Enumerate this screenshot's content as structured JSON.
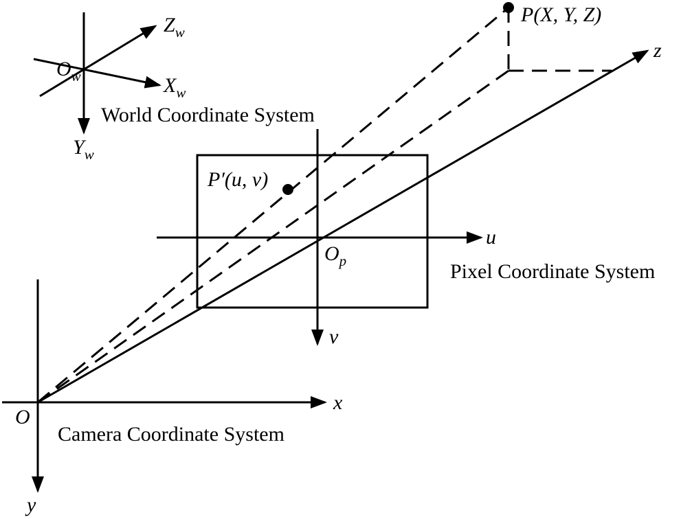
{
  "colors": {
    "ink": "#000000",
    "background": "#ffffff"
  },
  "world": {
    "origin": "O",
    "origin_sub": "w",
    "x_label": "X",
    "x_sub": "w",
    "y_label": "Y",
    "y_sub": "w",
    "z_label": "Z",
    "z_sub": "w",
    "title": "World Coordinate System"
  },
  "camera": {
    "origin": "O",
    "x_label": "x",
    "y_label": "y",
    "z_label": "z",
    "title": "Camera Coordinate System"
  },
  "pixel": {
    "origin": "O",
    "origin_sub": "p",
    "u_label": "u",
    "v_label": "v",
    "title": "Pixel Coordinate System"
  },
  "points": {
    "world_point": "P(X, Y, Z)",
    "image_point": "P′(u, v)"
  }
}
